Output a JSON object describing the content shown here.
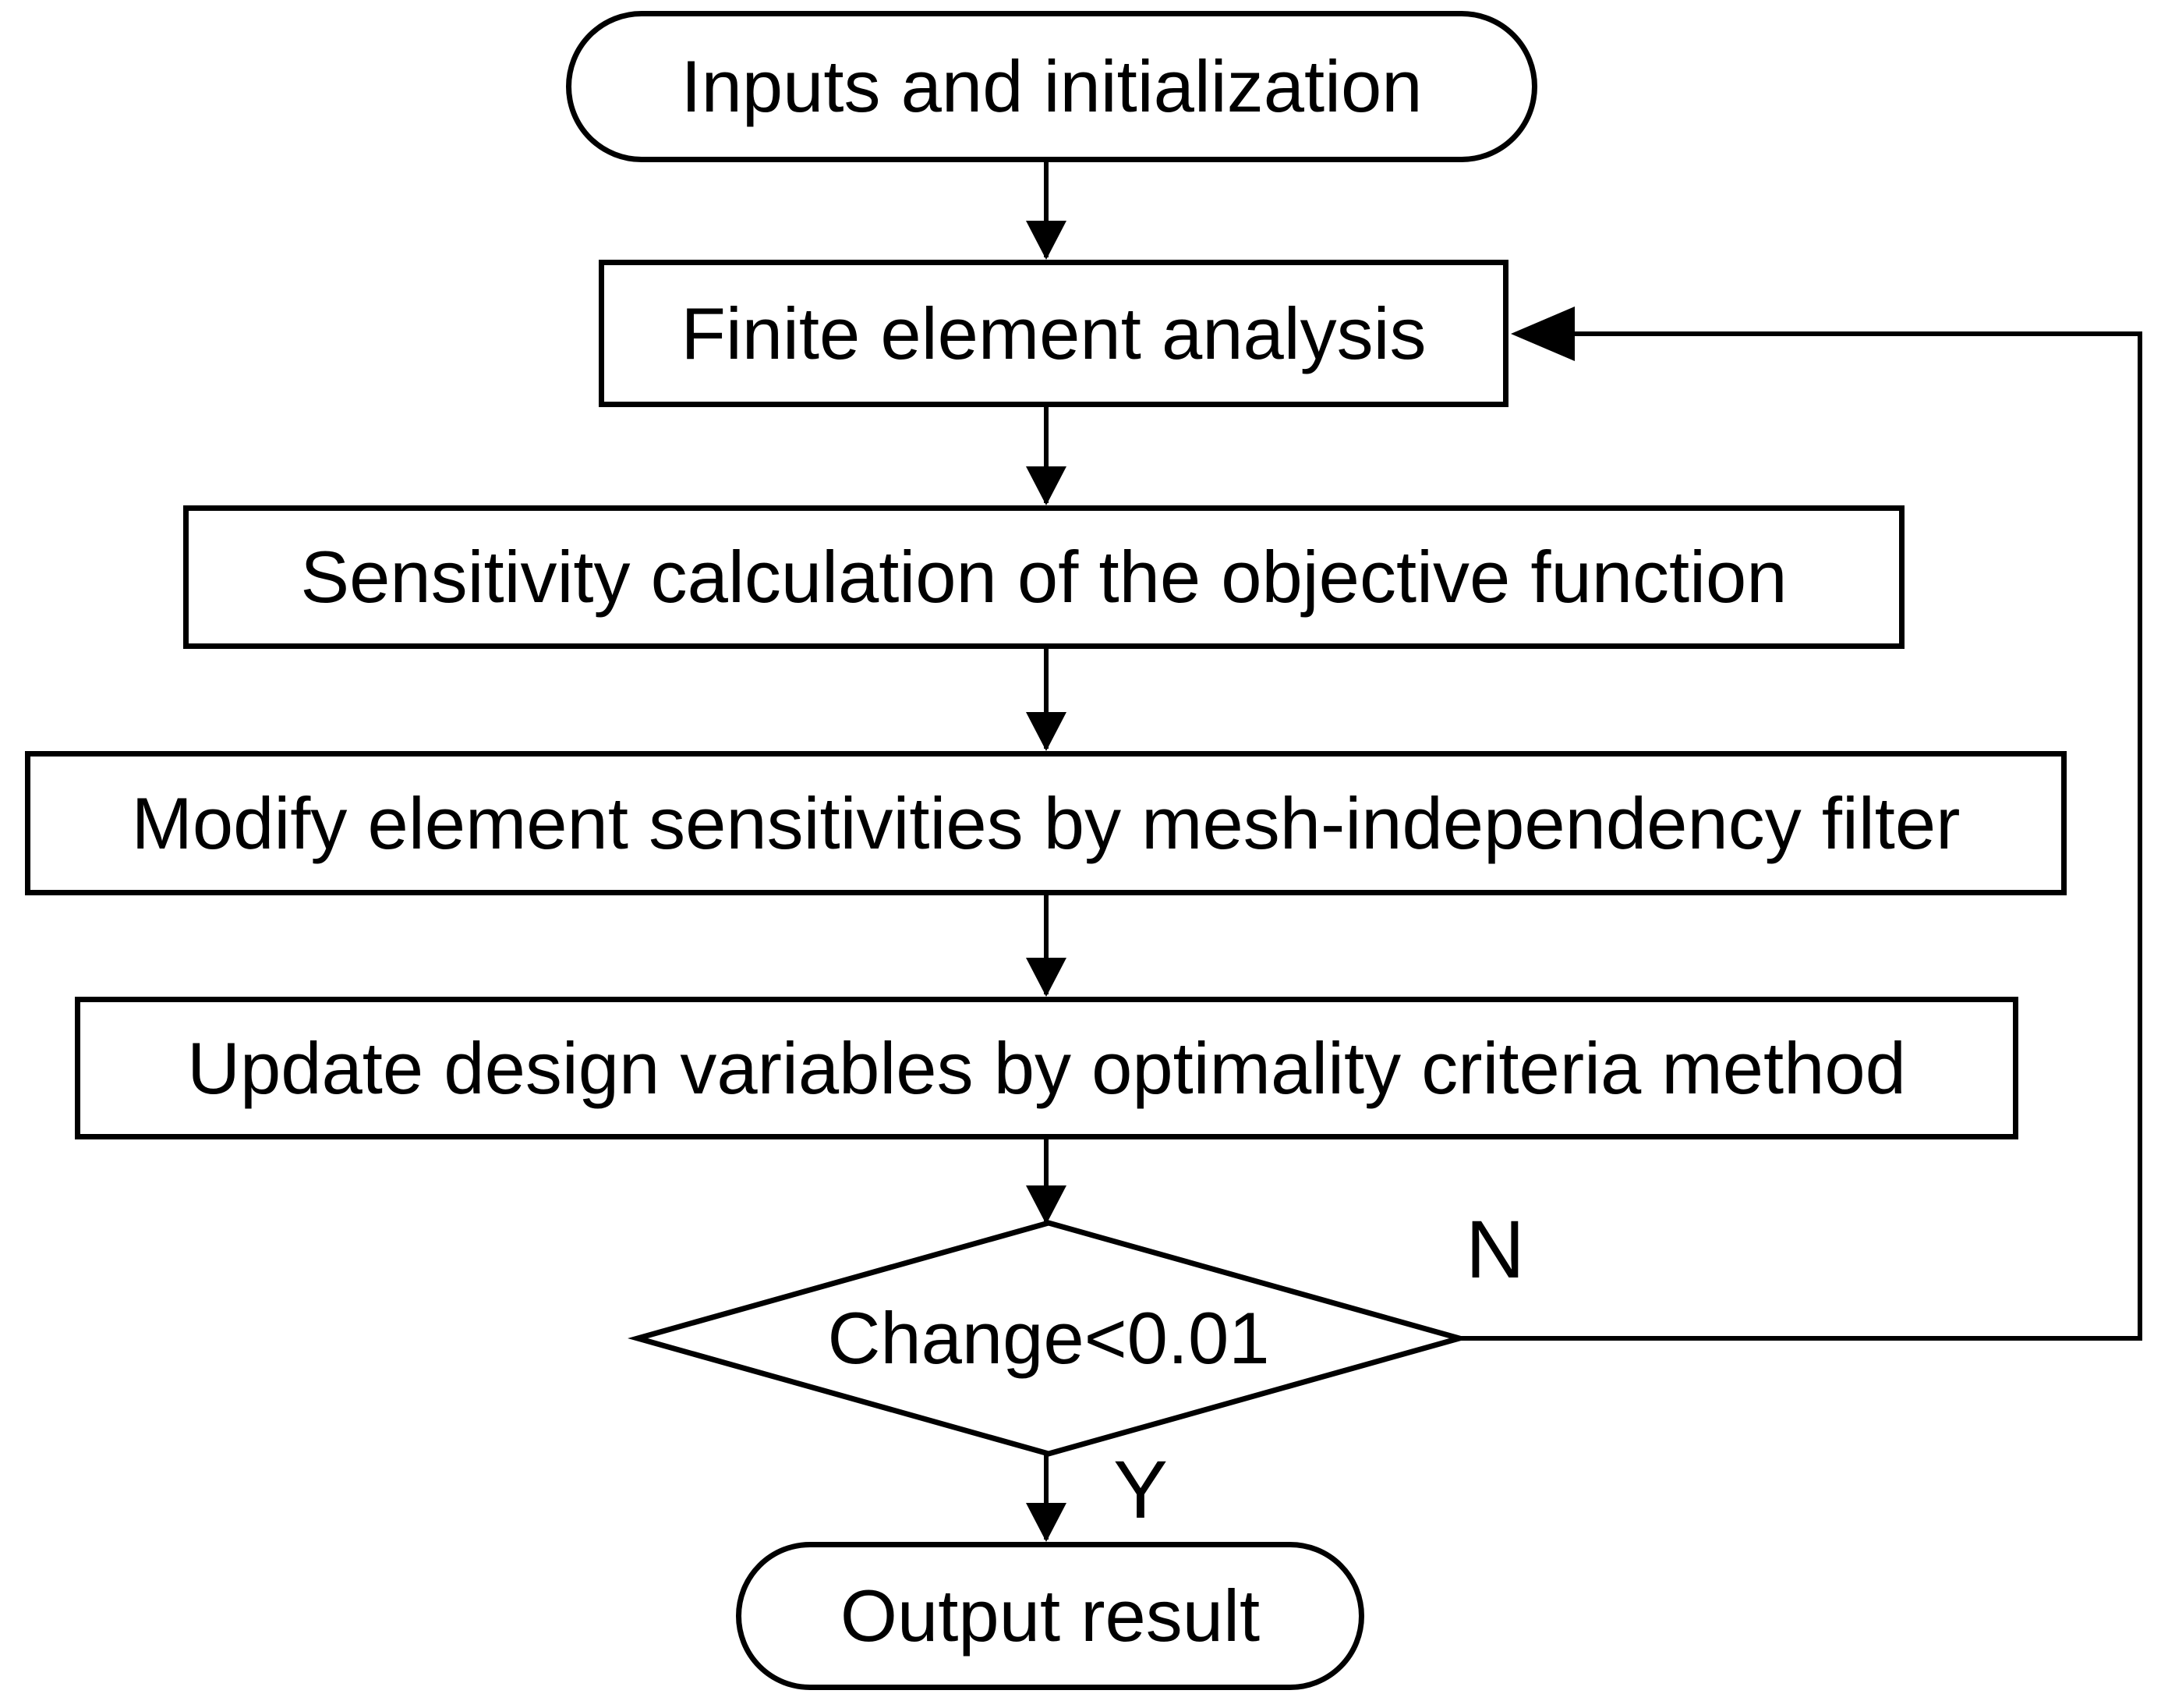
{
  "diagram_type": "flowchart",
  "colors": {
    "line": "#000000",
    "fill": "#ffffff",
    "text": "#000000"
  },
  "nodes": {
    "start": {
      "label": "Inputs and initialization",
      "shape": "terminator"
    },
    "fea": {
      "label": "Finite element analysis",
      "shape": "process"
    },
    "sens": {
      "label": "Sensitivity calculation of the objective function",
      "shape": "process"
    },
    "filter": {
      "label": "Modify element sensitivities by mesh-independency filter",
      "shape": "process"
    },
    "update": {
      "label": "Update design variables by optimality criteria method",
      "shape": "process"
    },
    "decision": {
      "label": "Change<0.01",
      "shape": "decision"
    },
    "output": {
      "label": "Output result",
      "shape": "terminator"
    }
  },
  "branches": {
    "no": "N",
    "yes": "Y"
  }
}
